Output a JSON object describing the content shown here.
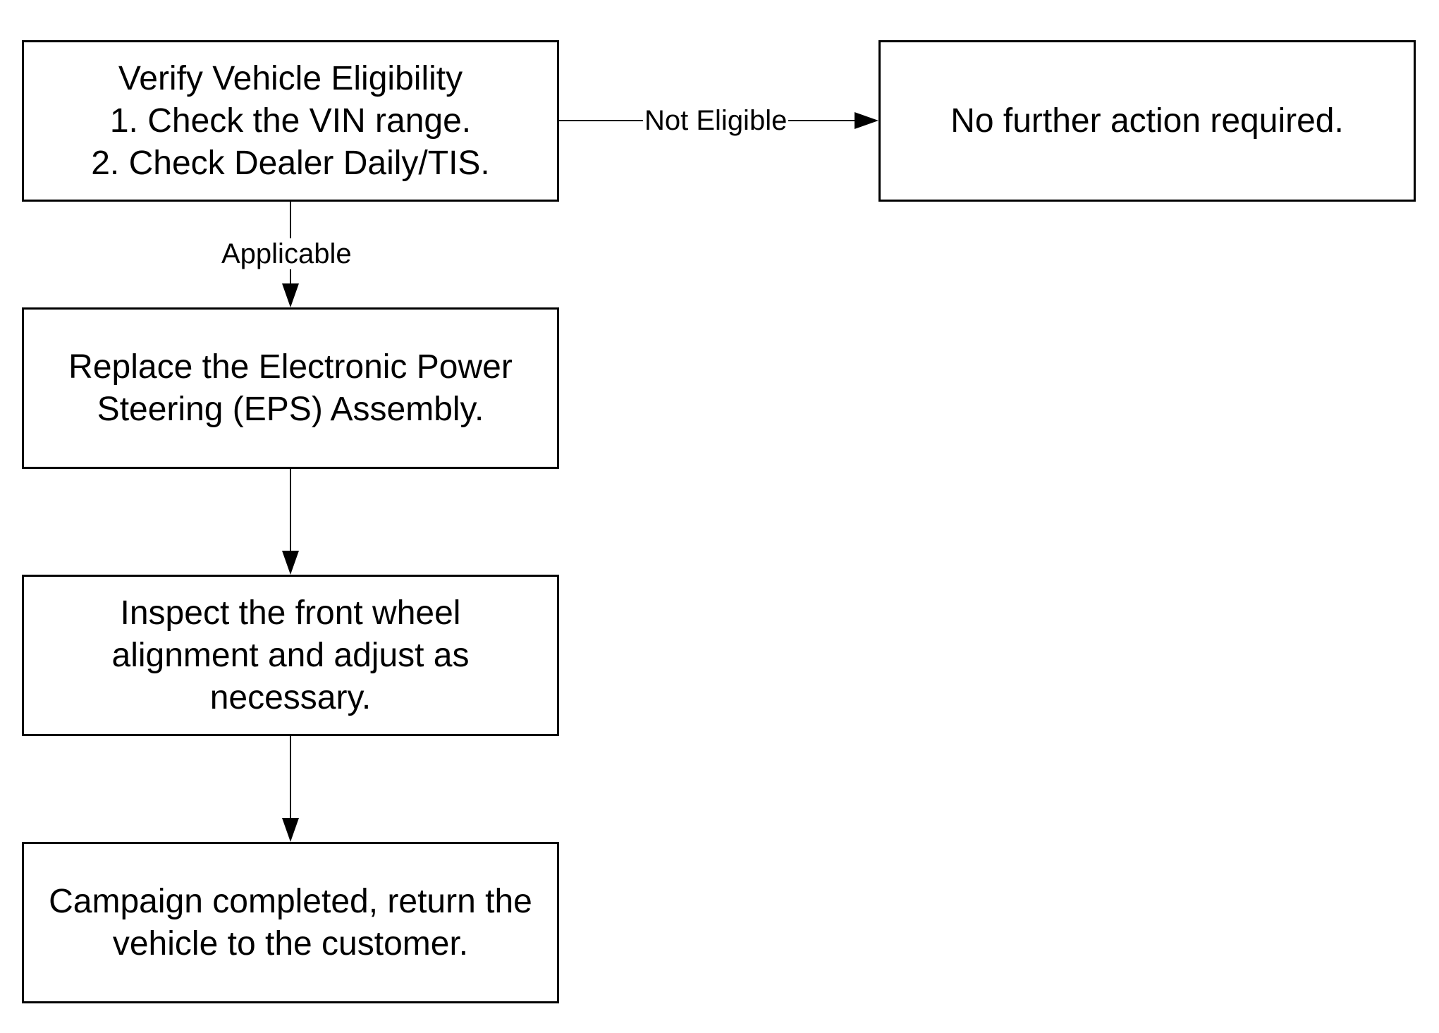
{
  "nodes": {
    "verify": {
      "lines": [
        "Verify Vehicle Eligibility",
        "1. Check the VIN range.",
        "2. Check Dealer Daily/TIS."
      ]
    },
    "no_further": {
      "lines": [
        "No further action required."
      ]
    },
    "replace": {
      "lines": [
        "Replace the Electronic Power",
        "Steering (EPS) Assembly."
      ]
    },
    "inspect": {
      "lines": [
        "Inspect the front wheel",
        "alignment and adjust as",
        "necessary."
      ]
    },
    "complete": {
      "lines": [
        "Campaign completed, return the",
        "vehicle to the customer."
      ]
    }
  },
  "edges": {
    "not_eligible": {
      "label": "Not Eligible",
      "from": "verify",
      "to": "no_further"
    },
    "applicable": {
      "label": "Applicable",
      "from": "verify",
      "to": "replace"
    },
    "replace_to_inspect": {
      "from": "replace",
      "to": "inspect"
    },
    "inspect_to_complete": {
      "from": "inspect",
      "to": "complete"
    }
  }
}
